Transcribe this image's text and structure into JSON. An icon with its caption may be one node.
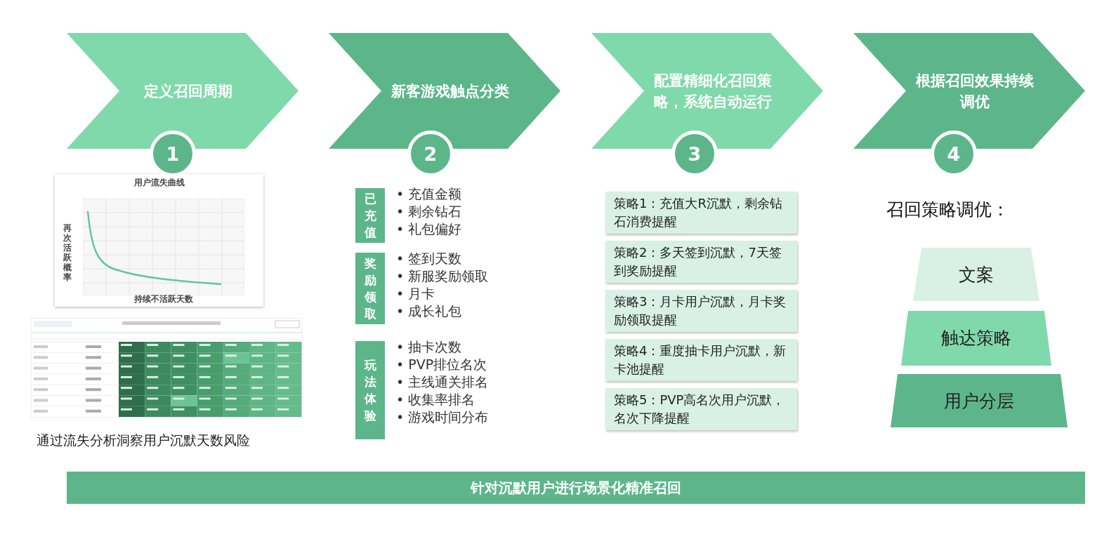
{
  "diagram": {
    "nodes": [
      {
        "text": [
          "定义召回周期"
        ]
      },
      {
        "text": [
          "1"
        ]
      },
      {
        "text": [
          "新客游戏触点分类"
        ]
      },
      {
        "text": [
          "2"
        ]
      },
      {
        "text": [
          "配置精细化召回策略，系统自动运行"
        ]
      },
      {
        "text": [
          "3"
        ]
      },
      {
        "text": [
          "根据召回效果持续调优"
        ]
      },
      {
        "text": [
          "4"
        ]
      },
      {
        "text": [
          "已充值"
        ],
        "beside": [
          "• 充值金额",
          "• 剩余钻石",
          "• 礼包偏好"
        ]
      },
      {
        "text": [
          "奖励领取"
        ],
        "beside": [
          "• 签到天数",
          "• 新服奖励领取",
          "• 月卡",
          "• 成长礼包"
        ]
      },
      {
        "text": [
          "玩法体验"
        ],
        "beside": [
          "• 抽卡次数",
          "• PVP排位名次",
          "• 主线通关排名",
          "• 收集率排名",
          "• 游戏时间分布"
        ]
      },
      {
        "text": [
          "策略1：充值大R沉默，剩余钻石消费提醒"
        ]
      },
      {
        "text": [
          "策略2：多天签到沉默，7天签到奖励提醒"
        ]
      },
      {
        "text": [
          "策略3：月卡用户沉默，月卡奖励领取提醒"
        ]
      },
      {
        "text": [
          "策略4：重度抽卡用户沉默，新卡池提醒"
        ]
      },
      {
        "text": [
          "策略5：PVP高名次用户沉默，名次下降提醒"
        ]
      },
      {
        "text": [
          "文案"
        ]
      },
      {
        "text": [
          "触达策略"
        ]
      },
      {
        "text": [
          "用户分层"
        ]
      },
      {
        "text": [
          "针对沉默用户进行场景化精准召回"
        ]
      }
    ],
    "labels": [
      "用户流失曲线",
      "再次活跃概率",
      "持续不活跃天数",
      "通过流失分析洞察用户沉默天数风险",
      "召回策略调优："
    ]
  }
}
